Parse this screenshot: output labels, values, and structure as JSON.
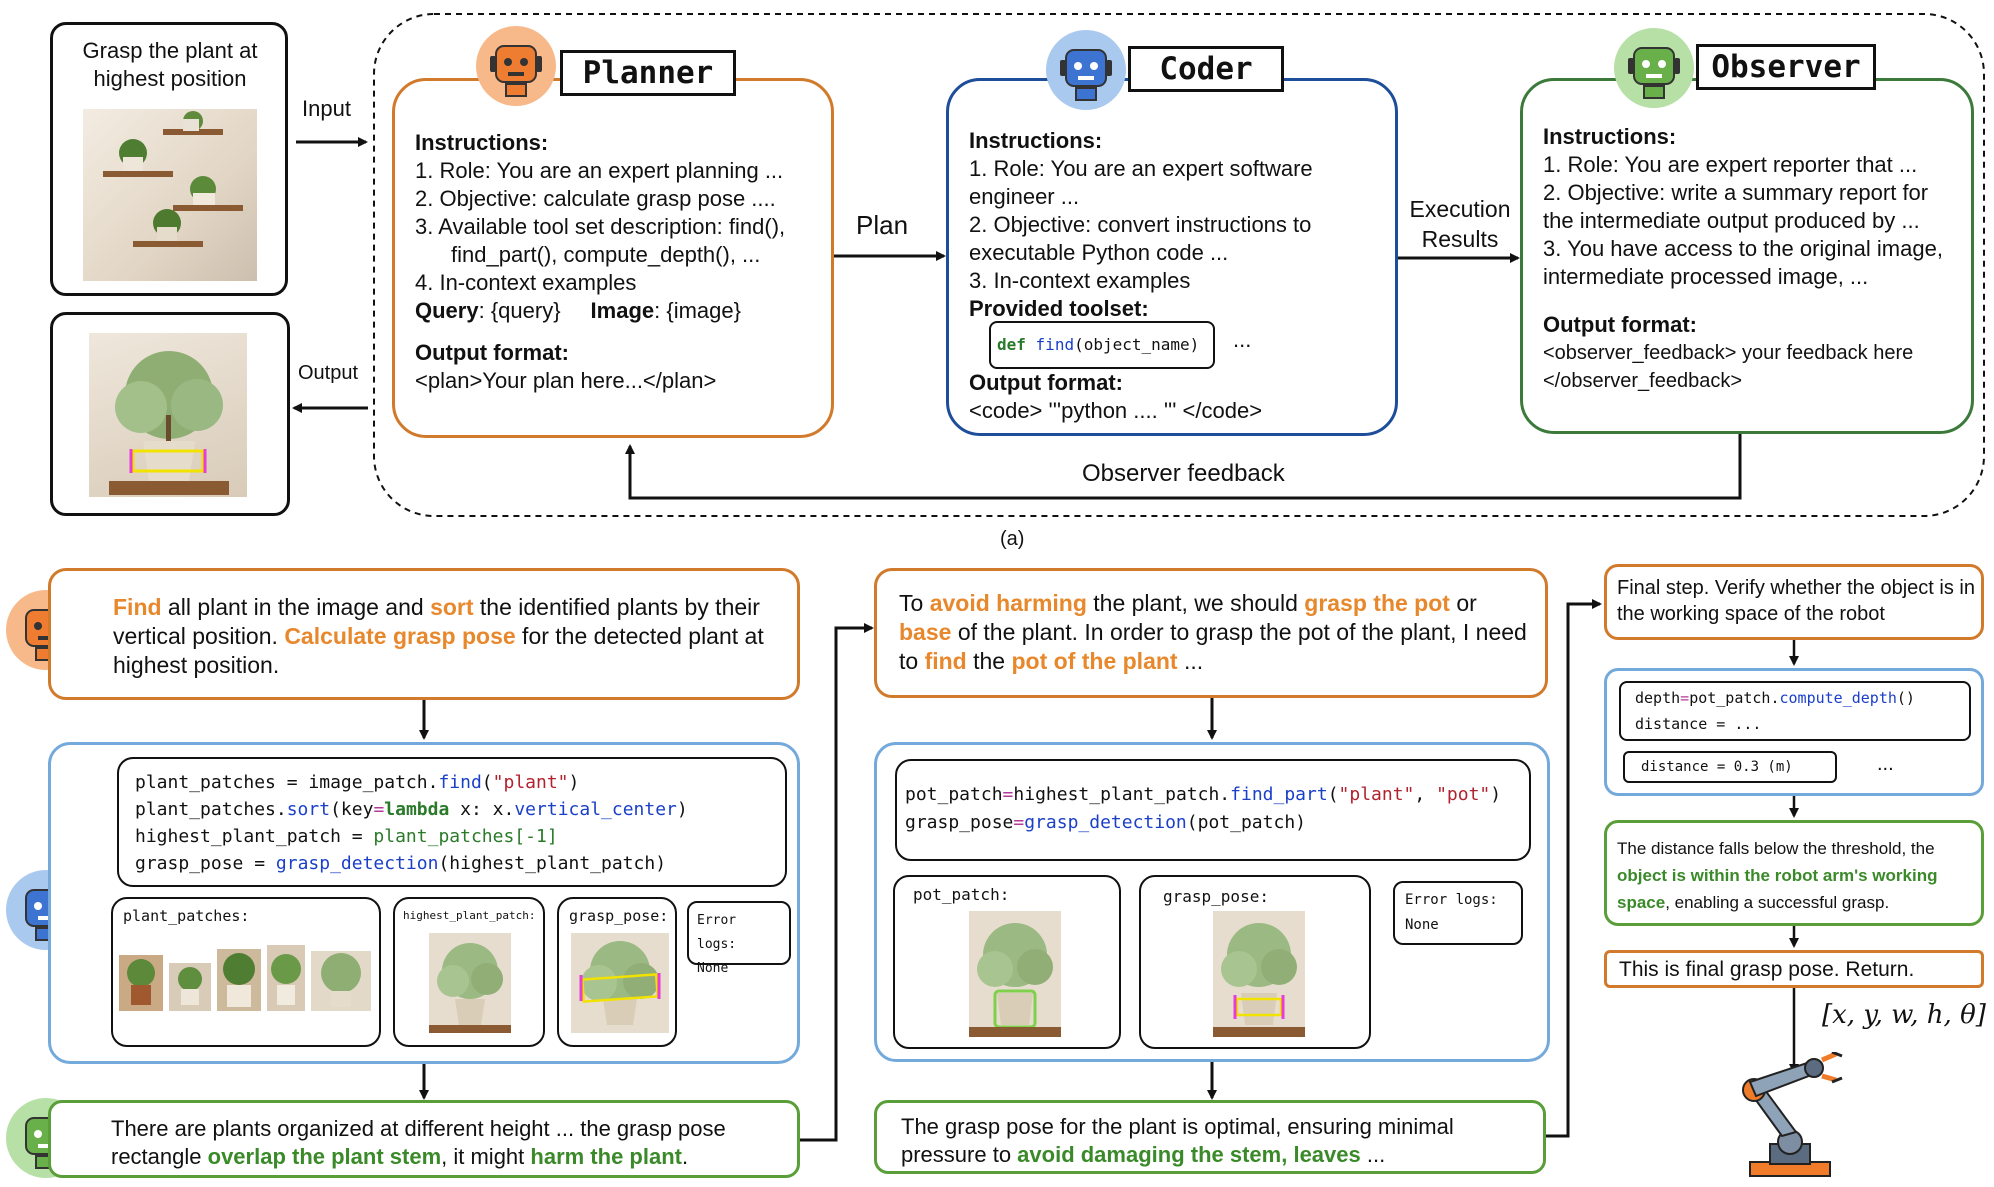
{
  "task": {
    "text": "Grasp the plant at highest position"
  },
  "edges": {
    "input": "Input",
    "output": "Output",
    "plan": "Plan",
    "execution": "Execution Results",
    "feedback": "Observer feedback"
  },
  "caption": "(a)",
  "agents": {
    "planner": {
      "name": "Planner",
      "color": "#d27a2b",
      "instructions": "Instructions:",
      "items": [
        "1. Role: You are an expert planning ...",
        "2. Objective: calculate grasp pose ....",
        "3. Available tool set description: find(),",
        "find_part(), compute_depth(), ...",
        "4. In-context examples"
      ],
      "query_label": "Query",
      "query_value": ": {query}",
      "image_label": "Image",
      "image_value": ": {image}",
      "output_label": "Output format:",
      "output_value": "<plan>Your plan here...</plan>"
    },
    "coder": {
      "name": "Coder",
      "color": "#1e4e9a",
      "instructions": "Instructions:",
      "items": [
        "1. Role: You are an expert software",
        "engineer ...",
        "2. Objective: convert instructions to",
        "executable Python code ...",
        "3. In-context examples"
      ],
      "toolset_label": "Provided toolset:",
      "toolset_def": "def",
      "toolset_fn": "find",
      "toolset_arg": "(object_name)",
      "toolset_more": "...",
      "output_label": "Output format:",
      "output_value": "<code> '''python .... ''' </code>"
    },
    "observer": {
      "name": "Observer",
      "color": "#3b7a3b",
      "instructions": "Instructions:",
      "items": [
        "1. Role: You are expert reporter that ...",
        "2. Objective: write a summary report for",
        "the intermediate output produced by ...",
        "3. You have access to the original image,",
        "intermediate processed image, ..."
      ],
      "output_label": "Output format:",
      "output_value_1": "<observer_feedback> your feedback here",
      "output_value_2": "</observer_feedback>"
    }
  },
  "step1": {
    "plan": {
      "p1": "Find",
      "p2": " all plant in the image and ",
      "p3": "sort",
      "p4": " the identified plants by their vertical position. ",
      "p5": "Calculate grasp pose",
      "p6": " for the detected plant at highest position."
    },
    "code": {
      "l1a": "plant_patches = image_patch.",
      "l1b": "find",
      "l1c": "(",
      "l1d": "\"plant\"",
      "l1e": ")",
      "l2a": "plant_patches.",
      "l2b": "sort",
      "l2c": "(key",
      "l2d": "=",
      "l2e": "lambda",
      "l2f": " x: x.",
      "l2g": "vertical_center",
      "l2h": ")",
      "l3a": "highest_plant_patch = ",
      "l3b": "plant_patches[-1]",
      "l4a": "grasp_pose = ",
      "l4b": "grasp_detection",
      "l4c": "(highest_plant_patch)"
    },
    "outputs": {
      "o1": "plant_patches:",
      "o2": "highest_plant_patch:",
      "o3": "grasp_pose:",
      "err": "Error logs:",
      "err_value": "None"
    },
    "feedback": {
      "f1": "There are plants organized at different height ... the grasp pose rectangle ",
      "f2": "overlap the plant stem",
      "f3": ", it might ",
      "f4": "harm the plant",
      "f5": "."
    }
  },
  "step2": {
    "plan": {
      "p1": "To ",
      "p2": "avoid harming",
      "p3": " the plant, we should ",
      "p4": "grasp the pot",
      "p5": " or ",
      "p6": "base",
      "p7": " of the plant. In order to grasp the pot of the plant, I need to ",
      "p8": "find",
      "p9": " the ",
      "p10": "pot of the plant",
      "p11": " ..."
    },
    "code": {
      "l1a": "pot_patch",
      "l1b": "=",
      "l1c": "highest_plant_patch.",
      "l1d": "find_part",
      "l1e": "(",
      "l1f": "\"plant\"",
      "l1g": ", ",
      "l1h": "\"pot\"",
      "l1i": ")",
      "l2a": "grasp_pose",
      "l2b": "=",
      "l2c": "grasp_detection",
      "l2d": "(pot_patch)"
    },
    "outputs": {
      "o1": "pot_patch:",
      "o2": "grasp_pose:",
      "err": "Error logs:",
      "err_value": "None"
    },
    "feedback": {
      "f1": "The grasp pose for the plant is optimal, ensuring minimal pressure to ",
      "f2": "avoid damaging the stem, leaves",
      "f3": " ..."
    }
  },
  "step3": {
    "plan": "Final step. Verify whether the object is in the working space of the robot",
    "code": {
      "l1a": "depth",
      "l1b": "=",
      "l1c": "pot_patch.",
      "l1d": "compute_depth",
      "l1e": "()",
      "l2": "distance = ..."
    },
    "distance": "distance = 0.3 (m)",
    "more": "...",
    "feedback": {
      "f1": "The distance falls below the threshold, the ",
      "f2": "object is within the robot arm's working space",
      "f3": ", enabling a successful grasp."
    },
    "final": "This is final grasp pose. Return.",
    "result": "[x, y, w, h, θ]"
  }
}
